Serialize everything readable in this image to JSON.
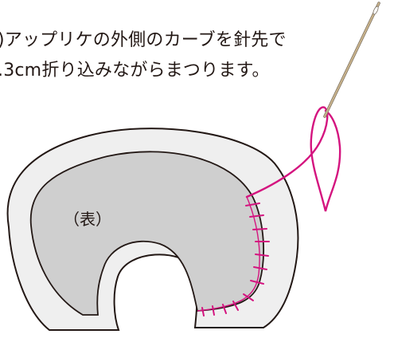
{
  "instruction": {
    "line1": ")アップリケの外側のカーブを針先で",
    "line2": ".3cm折り込みながらまつります。"
  },
  "labels": {
    "front_side": "（表）"
  },
  "colors": {
    "text": "#231815",
    "outline": "#231815",
    "base_fabric": "#efefef",
    "applique": "#cfcfcf",
    "thread": "#d4147f",
    "needle": "#c7b18a"
  },
  "icons": {
    "needle": "sewing-needle-icon"
  }
}
